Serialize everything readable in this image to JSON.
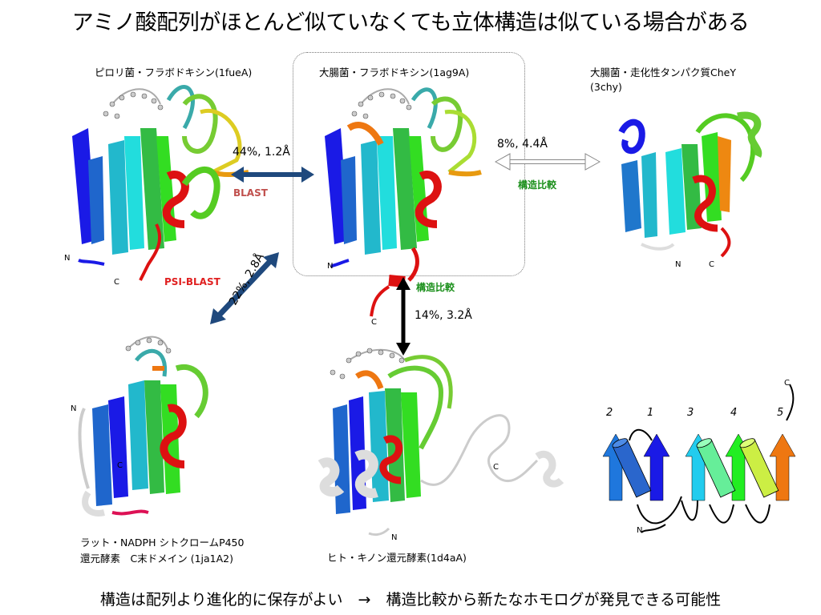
{
  "title": "アミノ酸配列がほとんど似ていなくても立体構造は似ている場合がある",
  "proteins": {
    "p1": {
      "label": "ピロリ菌・フラボドキシン(1fueA)",
      "n": "N",
      "c": "C"
    },
    "p2": {
      "label": "大腸菌・フラボドキシン(1ag9A)",
      "n": "N",
      "c": "C"
    },
    "p3": {
      "label": "大腸菌・走化性タンパク質CheY\n(3chy)",
      "n": "N",
      "c": "C"
    },
    "p4": {
      "label": "ラット・NADPH シトクロームP450\n還元酵素　C末ドメイン (1ja1A2)",
      "n": "N",
      "c": "C"
    },
    "p5": {
      "label": "ヒト・キノン還元酵素(1d4aA)",
      "n": "N",
      "c": "C"
    }
  },
  "comparisons": {
    "blast": {
      "stat": "44%, 1.2Å",
      "tool": "BLAST",
      "tool_color": "#c0504d"
    },
    "psi_blast": {
      "stat": "22%, 2.8Å",
      "tool": "PSI-BLAST",
      "tool_color": "#e02020"
    },
    "che_y": {
      "stat": "8%,   4.4Å",
      "tool": "構造比較",
      "tool_color": "#1a8f1a"
    },
    "quinone": {
      "stat": "14%, 3.2Å",
      "tool": "構造比較",
      "tool_color": "#1a8f1a"
    }
  },
  "topology": {
    "numbers": [
      "2",
      "1",
      "3",
      "4",
      "5"
    ],
    "n": "N",
    "c": "C"
  },
  "conclusion": "構造は配列より進化的に保存がよい　→　構造比較から新たなホモログが発見できる可能性",
  "colors": {
    "arrow_dark": "#1f497d",
    "blue": "#1a1ae6",
    "cyan": "#22dddd",
    "green": "#33dd22",
    "yellow": "#ccdd33",
    "orange": "#ee7711",
    "red": "#dd1111"
  }
}
